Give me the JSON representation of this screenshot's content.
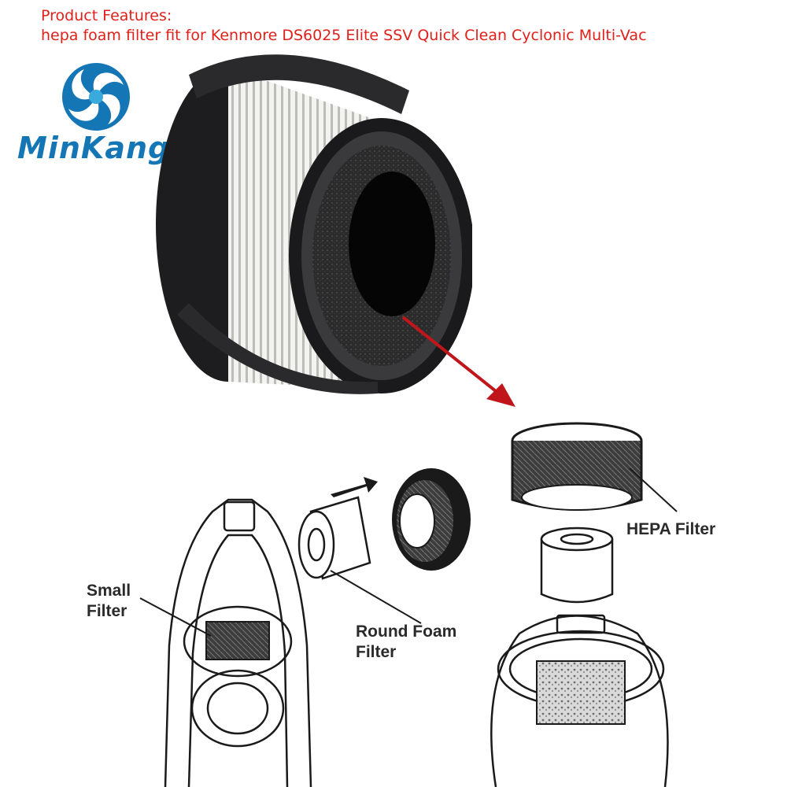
{
  "header": {
    "line1": "Product Features:",
    "line2": "hepa foam filter fit for Kenmore DS6025 Elite SSV Quick Clean Cyclonic Multi-Vac",
    "color": "#e0201a"
  },
  "logo": {
    "text": "MinKang",
    "icon": "blue-swirl-logo-icon",
    "color": "#1576b6",
    "accent": "#3aa9dc"
  },
  "labels": {
    "small_filter_1": "Small",
    "small_filter_2": "Filter",
    "round_foam_1": "Round Foam",
    "round_foam_2": "Filter",
    "hepa": "HEPA Filter"
  },
  "arrow_color": "#c0161b"
}
